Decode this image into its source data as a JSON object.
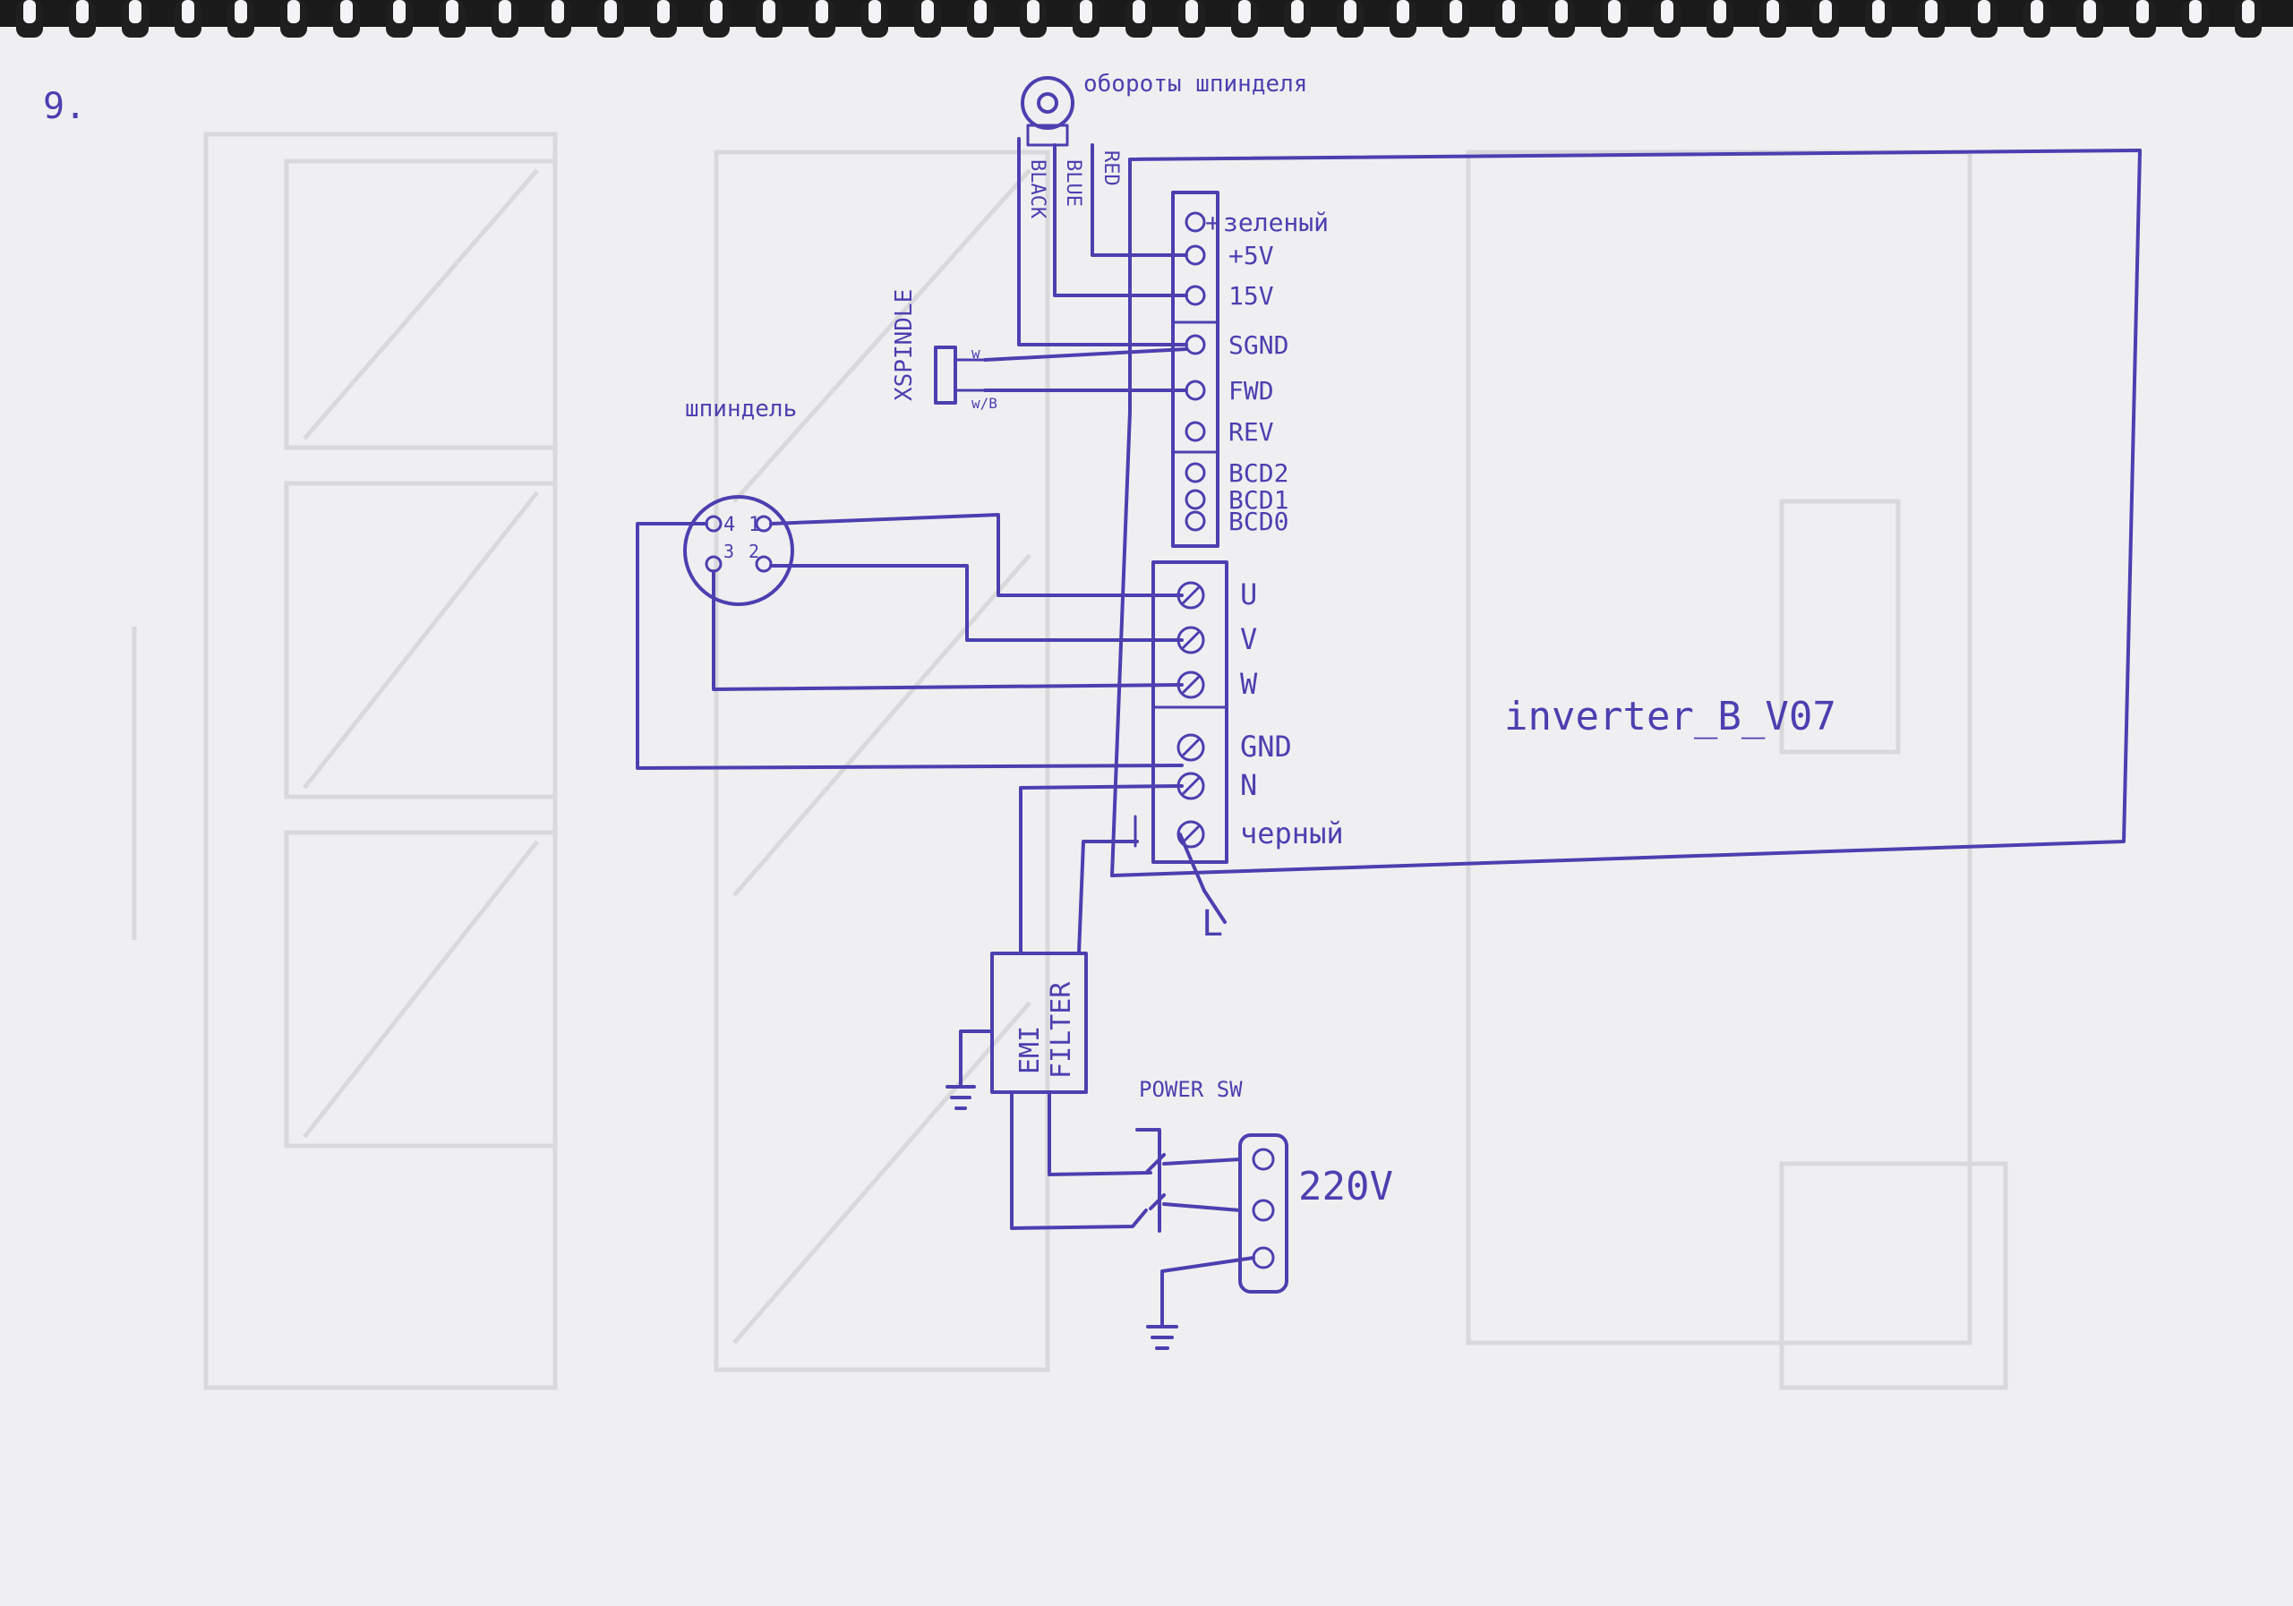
{
  "diagram": {
    "page_number": "9.",
    "sensor_label": "обороты шпинделя",
    "spindle_label": "шпиндель",
    "spindle_connector": {
      "pin4": "4",
      "pin1": "1",
      "pin3": "3",
      "pin2": "2"
    },
    "wires": {
      "red": "RED",
      "blue": "BLUE",
      "black": "BLACK",
      "w": "w",
      "wb": "w/B"
    },
    "xspindle_label": "XSPINDLE",
    "inverter_label": "inverter_B_V07",
    "inverter_terminals": [
      {
        "mark": "+",
        "label": "зеленый"
      },
      {
        "label": "+5V"
      },
      {
        "label": "15V"
      },
      {
        "label": "SGND"
      },
      {
        "label": "FWD"
      },
      {
        "label": "REV"
      },
      {
        "label": "BCD2"
      },
      {
        "label": "BCD1"
      },
      {
        "label": "BCD0"
      },
      {
        "label": "U"
      },
      {
        "label": "V"
      },
      {
        "label": "W"
      },
      {
        "label": "GND"
      },
      {
        "label": "N"
      },
      {
        "label": "черный"
      }
    ],
    "l_label": "L",
    "emi_filter_label": [
      "EMI",
      "FILTER"
    ],
    "power_switch_label": "POWER SW",
    "mains_label": "220V"
  },
  "colors": {
    "ink": "#4c3fb0",
    "paper": "#efeff1",
    "background": "#1a1a1a",
    "binding": "#1f1f1f"
  },
  "icons": {
    "ground": "ground-symbol-icon",
    "sensor": "speed-sensor-icon",
    "connector": "spindle-connector-icon",
    "socket": "mains-socket-icon"
  }
}
